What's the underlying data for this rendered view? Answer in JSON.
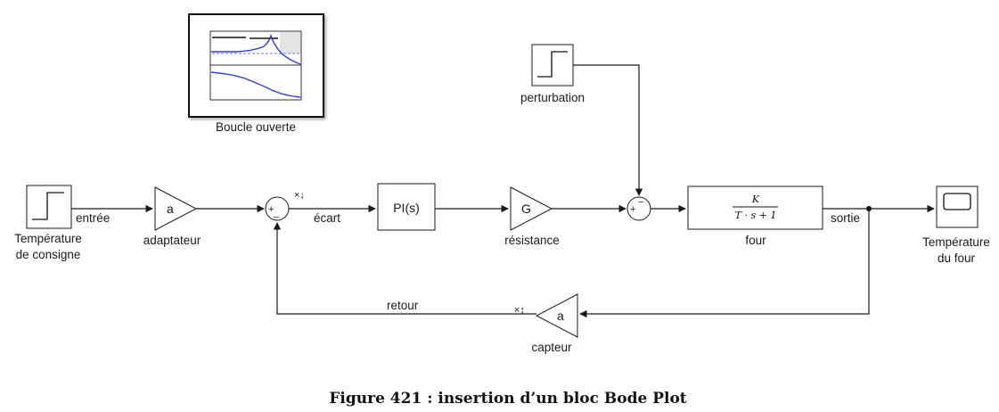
{
  "blocks": {
    "bode": {
      "label": "Boucle ouverte"
    },
    "step_consigne": {
      "label_line1": "Température",
      "label_line2": "de consigne"
    },
    "adaptateur": {
      "symbol": "a",
      "label": "adaptateur"
    },
    "sum1": {
      "plus": "+",
      "minus": "_"
    },
    "pi": {
      "symbol": "PI(s)"
    },
    "resistance": {
      "symbol": "G",
      "label": "résistance"
    },
    "perturbation": {
      "label": "perturbation"
    },
    "sum2": {
      "plus": "+",
      "minus": "−"
    },
    "four": {
      "numerator": "K",
      "denominator": "T · s + 1",
      "label": "four"
    },
    "scope": {
      "label_line1": "Température",
      "label_line2": "du four"
    },
    "capteur": {
      "symbol": "a",
      "label": "capteur"
    }
  },
  "signals": {
    "entree": "entrée",
    "ecart": "écart",
    "sortie": "sortie",
    "retour": "retour"
  },
  "caption": "Figure 421 : insertion d’un bloc Bode Plot"
}
